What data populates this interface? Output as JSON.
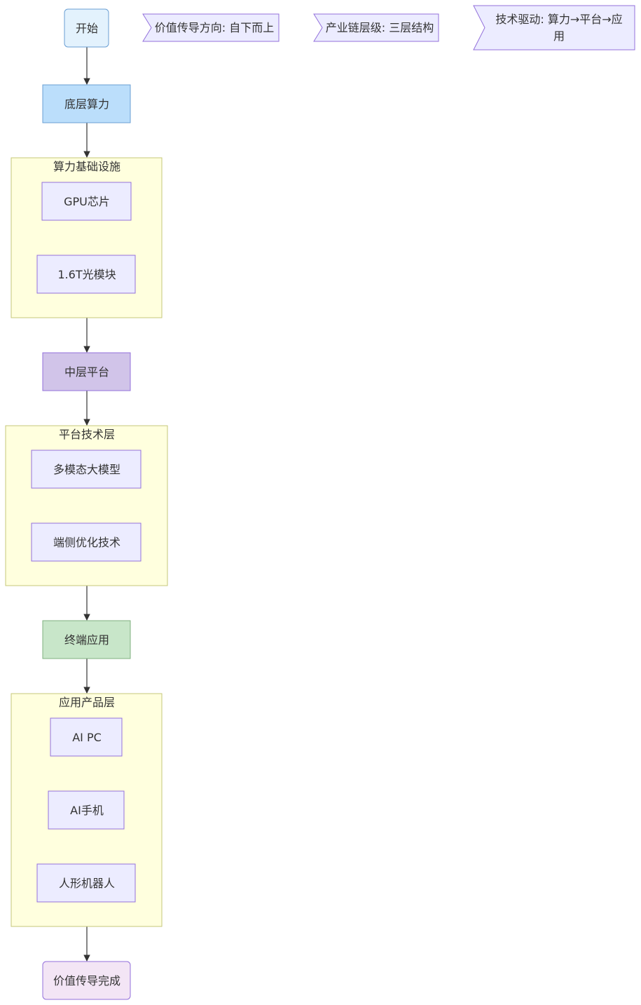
{
  "diagram": {
    "start": "开始",
    "base_compute": "底层算力",
    "group_infra": {
      "title": "算力基础设施",
      "items": [
        "GPU芯片",
        "1.6T光模块"
      ]
    },
    "mid_platform": "中层平台",
    "group_platform": {
      "title": "平台技术层",
      "items": [
        "多模态大模型",
        "端侧优化技术"
      ]
    },
    "terminal_app": "终端应用",
    "group_app": {
      "title": "应用产品层",
      "items": [
        "AI PC",
        "AI手机",
        "人形机器人"
      ]
    },
    "end": "价值传导完成",
    "notes": [
      "价值传导方向: 自下而上",
      "产业链层级: 三层结构",
      "技术驱动: 算力→平台→应",
      "用"
    ]
  },
  "colors": {
    "start_fill": "#e3f2fd",
    "base_fill": "#bbdefb",
    "mid_fill": "#d1c4e9",
    "terminal_fill": "#c8e6c9",
    "end_fill": "#f3e5f5",
    "group_fill": "#ffffde",
    "group_stroke": "#c6c77a",
    "inner_fill": "#ececff",
    "inner_stroke": "#9370db",
    "note_fill": "#ececff",
    "note_stroke": "#9370db",
    "edge": "#333333"
  }
}
